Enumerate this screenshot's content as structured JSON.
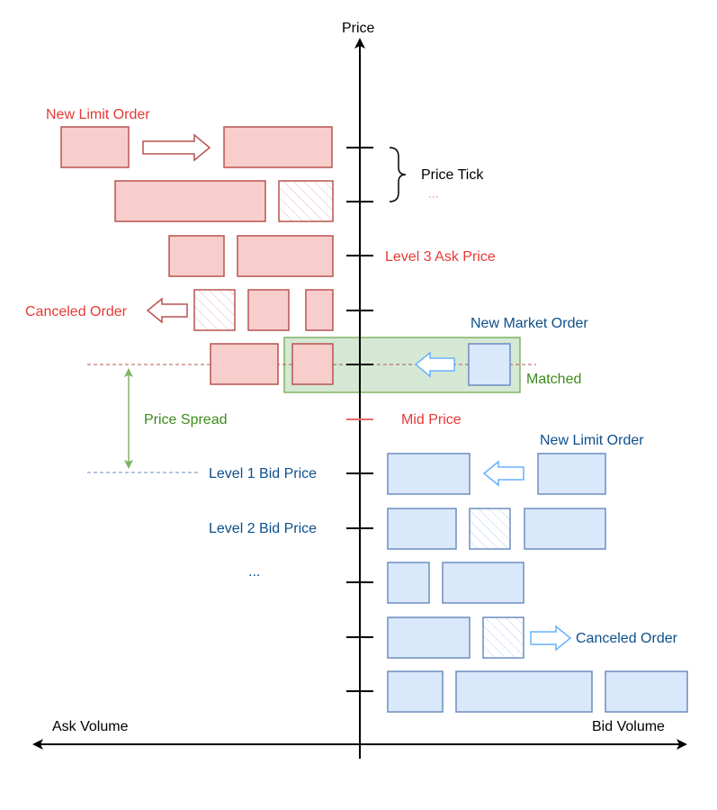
{
  "colors": {
    "ask_fill": "#f8cecc",
    "ask_stroke": "#b85450",
    "bid_fill": "#dae8fc",
    "bid_stroke": "#6c8ebf",
    "match_fill": "#d5e8d4",
    "match_stroke": "#82b366",
    "red_text": "#e53935",
    "blue_text": "#0d4f8b",
    "green_text": "#3d8a1c",
    "axis": "#000000",
    "arrow_blue": "#66b2ff",
    "spread_arrow": "#82b366"
  },
  "labels": {
    "price_axis": "Price",
    "ask_volume": "Ask Volume",
    "bid_volume": "Bid Volume",
    "new_limit_order_ask": "New Limit Order",
    "price_tick": "Price Tick",
    "ellipsis_ask": "···",
    "level3_ask": "Level 3 Ask Price",
    "canceled_order_ask": "Canceled Order",
    "new_market_order": "New Market Order",
    "matched": "Matched",
    "price_spread": "Price Spread",
    "mid_price": "Mid Price",
    "new_limit_order_bid": "New Limit Order",
    "level1_bid": "Level 1 Bid Price",
    "level2_bid": "Level 2 Bid Price",
    "ellipsis_bid": "...",
    "canceled_order_bid": "Canceled Order"
  }
}
